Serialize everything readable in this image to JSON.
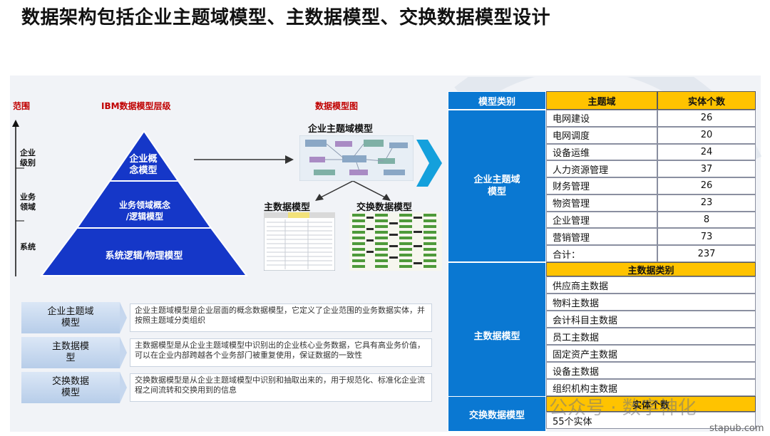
{
  "title": "数据架构包括企业主题域模型、主数据模型、交换数据模型设计",
  "headers": {
    "scope": "范围",
    "ibm_levels": "IBM数据模型层级",
    "model_diagram": "数据模型图"
  },
  "scope_levels": [
    "企业\n级别",
    "业务\n领域",
    "系统"
  ],
  "pyramid": [
    "企业概\n念模型",
    "业务领域概念\n/逻辑模型",
    "系统逻辑/物理模型"
  ],
  "diagram_labels": {
    "enterprise": "企业主题域模型",
    "master": "主数据模型",
    "exchange": "交换数据模型"
  },
  "descriptions": [
    {
      "label": "企业主题域\n模型",
      "text": "企业主题域模型是企业层面的概念数据模型，它定义了企业范围的业务数据实体，并按照主题域分类组织"
    },
    {
      "label": "主数据模\n型",
      "text": "主数据模型是从企业主题域模型中识别出的企业核心业务数据，它具有高业务价值，可以在企业内部跨越各个业务部门被重复使用，保证数据的一致性"
    },
    {
      "label": "交换数据\n模型",
      "text": "交换数据模型是从企业主题域模型中识别和抽取出来的，用于规范化、标准化企业流程之间流转和交换用到的信息"
    }
  ],
  "table": {
    "header": {
      "category": "模型类别",
      "domain": "主题域",
      "count": "实体个数"
    },
    "enterprise_label": "企业主题域\n模型",
    "enterprise_rows": [
      {
        "domain": "电网建设",
        "count": "26"
      },
      {
        "domain": "电网调度",
        "count": "20"
      },
      {
        "domain": "设备运维",
        "count": "24"
      },
      {
        "domain": "人力资源管理",
        "count": "37"
      },
      {
        "domain": "财务管理",
        "count": "26"
      },
      {
        "domain": "物资管理",
        "count": "23"
      },
      {
        "domain": "企业管理",
        "count": "8"
      },
      {
        "domain": "营销管理",
        "count": "73"
      },
      {
        "domain": "合计：",
        "count": "237"
      }
    ],
    "master_label": "主数据模型",
    "master_header": "主数据类别",
    "master_rows": [
      "供应商主数据",
      "物料主数据",
      "会计科目主数据",
      "员工主数据",
      "固定资产主数据",
      "设备主数据",
      "组织机构主数据"
    ],
    "exchange_label": "交换数据模型",
    "exchange_header": "实体个数",
    "exchange_value": "55个实体"
  },
  "watermark": "公众号 · 数字神化",
  "watermark_url": "stapub.com",
  "colors": {
    "accent_blue": "#0a78d2",
    "pyramid_blue": "#1537c8",
    "header_yellow": "#ffc300",
    "scope_red": "#c00000",
    "arrow_cyan": "#14a0dc"
  }
}
